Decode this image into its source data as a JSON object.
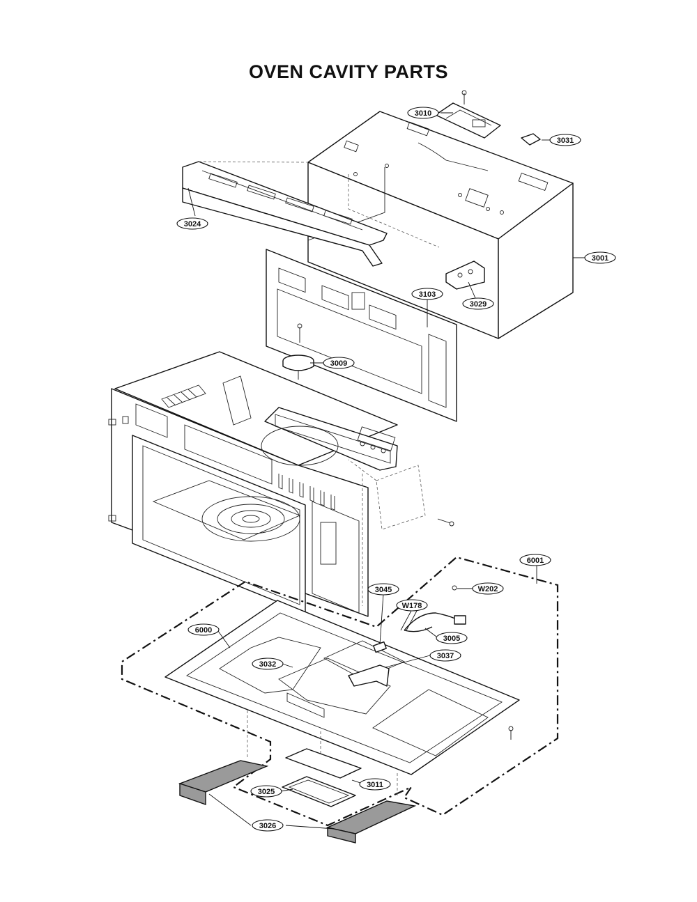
{
  "title": "OVEN CAVITY PARTS",
  "labels": [
    {
      "id": "3010",
      "text": "3010"
    },
    {
      "id": "3031",
      "text": "3031"
    },
    {
      "id": "3024",
      "text": "3024"
    },
    {
      "id": "3001",
      "text": "3001"
    },
    {
      "id": "3103",
      "text": "3103"
    },
    {
      "id": "3029",
      "text": "3029"
    },
    {
      "id": "3009",
      "text": "3009"
    },
    {
      "id": "6001",
      "text": "6001"
    },
    {
      "id": "3045",
      "text": "3045"
    },
    {
      "id": "W202",
      "text": "W202"
    },
    {
      "id": "W178",
      "text": "W178"
    },
    {
      "id": "6000",
      "text": "6000"
    },
    {
      "id": "3005",
      "text": "3005"
    },
    {
      "id": "3037",
      "text": "3037"
    },
    {
      "id": "3032",
      "text": "3032"
    },
    {
      "id": "3025",
      "text": "3025"
    },
    {
      "id": "3011",
      "text": "3011"
    },
    {
      "id": "3026",
      "text": "3026"
    }
  ]
}
